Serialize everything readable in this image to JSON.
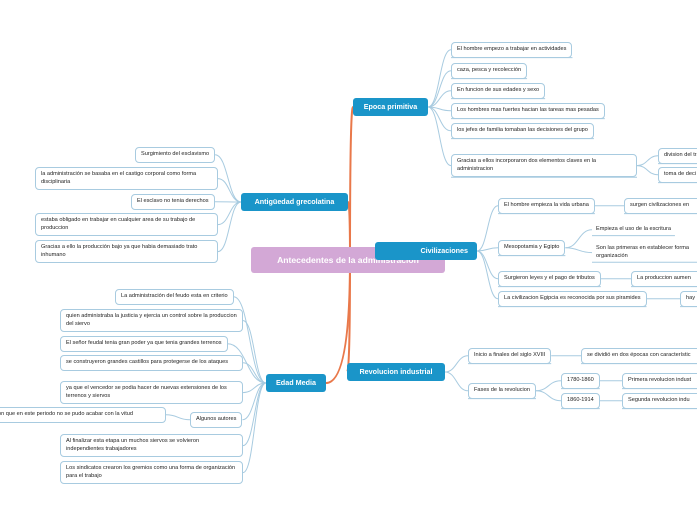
{
  "central": "Antecedentes de la administración",
  "branches": {
    "epoca_primitiva": {
      "label": "Epoca primitiva",
      "items": [
        "El hombre empezo a trabajar en actividades",
        "caza, pesca y recolección",
        "En funcion de sus edades y sexo",
        "Los hombres mas fuertes hacian las tareas mas pesadas",
        "los jefes de familia tomaban las decisiones del grupo",
        "Gracias a ellos incorporaron dos elementos claves en la administracion"
      ],
      "sub_items": [
        "division del tra",
        "toma de deci"
      ]
    },
    "antiguedad": {
      "label": "Antigüedad grecolatina",
      "items": [
        "Surgimiento del esclavismo",
        "la administración se basaba en el castigo corporal como forma disciplinaria",
        "El esclavo no tenia derechos",
        "estaba obligado en trabajar en cualquier area de su trabajo de produccion",
        "Gracias a ello la producción bajo ya que habia demasiado trato inhumano"
      ]
    },
    "civilizaciones": {
      "label": "Civilizaciones",
      "items": [
        "El hombre empieza la vida urbana",
        "Mesopotamia y Egipto",
        "Surgieron leyes y el pago de tributos",
        "La civilizacion Egipcia es reconocida por sus piramides"
      ],
      "urbana_sub": "surgen civilizaciones en",
      "mesopotamia_sub": [
        "Empieza el uso de la escritura",
        "Son las primeras en establecer forma organización"
      ],
      "tributos_sub": "La produccion aumen",
      "piramides_sub": "hay"
    },
    "edad_media": {
      "label": "Edad Media",
      "items": [
        "La administración del feudo esta en criterio",
        "quien administraba la justicia y ejercia un control sobre la produccion del siervo",
        "El señor feudal tenia gran poder ya que tenia grandes terrenos",
        "se construyeron grandes castillos para protegerse de los ataques",
        "ya que el vencedor se podia hacer de nuevas extensiones de los terrenos y siervos",
        "Algunos autores",
        "Al finalizar esta etapa un muchos siervos se volvieron independientes trabajadores",
        "Los sindicatos crearon los gremios como una forma de organización para el trabajo"
      ],
      "autores_sub": "on que en este periodo no se pudo acabar con la vitud"
    },
    "revolucion": {
      "label": "Revolucion industrial",
      "items": [
        "Inicio a finales del siglo XVIII",
        "Fases de la revolucion"
      ],
      "inicio_sub": "se dividió en dos épocas con característic",
      "fases": [
        "1780-1860",
        "1860-1914"
      ],
      "fases_sub": [
        "Primera revolucion indust",
        "Segunda revolucion indu"
      ]
    }
  },
  "colors": {
    "line": "#a8cbe0",
    "trunk": "#e9784a",
    "branch": "#1a95c9",
    "central": "#d3a8d6"
  }
}
